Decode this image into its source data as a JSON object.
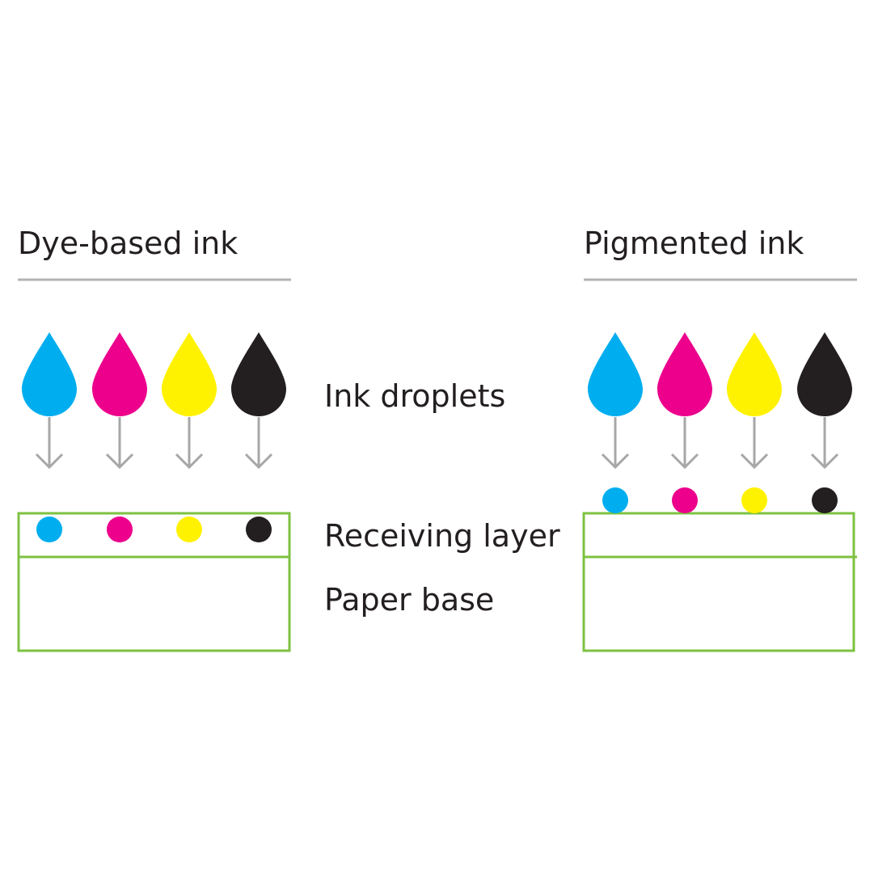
{
  "panels": [
    {
      "id": "dye",
      "title": "Dye-based ink",
      "dots_position": "inside-receiving-layer"
    },
    {
      "id": "pigment",
      "title": "Pigmented ink",
      "dots_position": "on-top-of-receiving-layer"
    }
  ],
  "labels": {
    "droplets": "Ink droplets",
    "receiving_layer": "Receiving layer",
    "paper_base": "Paper base"
  },
  "inks": [
    {
      "name": "cyan",
      "color": "#00aeef"
    },
    {
      "name": "magenta",
      "color": "#ec008c"
    },
    {
      "name": "yellow",
      "color": "#fff200"
    },
    {
      "name": "black",
      "color": "#231f20"
    }
  ],
  "colors": {
    "divider": "#b3b3b3",
    "arrow": "#a7a7a7",
    "layer_outline": "#7dc242",
    "text": "#231f20"
  }
}
